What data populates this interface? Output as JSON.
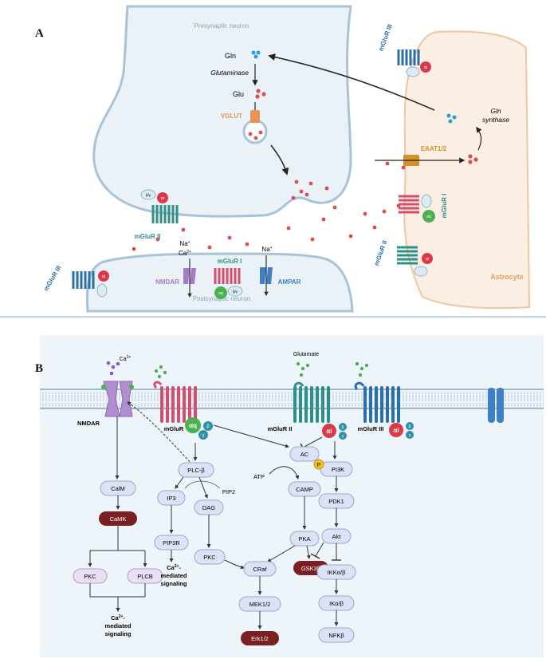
{
  "panel_a": {
    "letter": "A",
    "presynaptic": "Presynaptic neuron",
    "postsynaptic": "Postsynaptic neuron",
    "astrocyte": "Astrocyte",
    "gln": "Gln",
    "glutaminase": "Glutaminase",
    "glu": "Glu",
    "vglut": "VGLUT",
    "eaat": "EAAT1/2",
    "gln_synthase_1": "Gln",
    "gln_synthase_2": "synthase",
    "mglur_iii": "mGluR III",
    "mglur_ii": "mGluR II",
    "mglur_i": "mGluR I",
    "nmdar": "NMDAR",
    "ampar": "AMPAR",
    "na": "Na",
    "ca": "Ca",
    "plus": "+",
    "twoplus": "2+",
    "alpha_i": "αi",
    "alpha_q": "αq",
    "beta_gamma": "β/γ"
  },
  "panel_b": {
    "letter": "B",
    "ca_label": "Ca",
    "ca_sup": "2+",
    "glutamate": "Glutamate",
    "nmdar": "NMDAR",
    "mglur": "mGluR",
    "mglur_ii": "mGluR II",
    "mglur_iii": "mGluR III",
    "alpha_q": "αq",
    "alpha_i": "αi",
    "beta": "β",
    "gamma": "γ",
    "p": "P",
    "atp": "ATP",
    "pip2": "PIP2",
    "ca_signal_1": "Ca",
    "ca_signal_sup": "2+",
    "ca_signal_2": "-",
    "mediated": "mediated",
    "signaling": "signaling",
    "nodes": {
      "calm": "CalM",
      "camk": "CaMK",
      "pkc_left": "PKC",
      "plcb": "PLCB",
      "plc_beta": "PLC-β",
      "ip3": "IP3",
      "dag": "DAG",
      "pip3r": "PIP3R",
      "pkc_mid": "PKC",
      "ac": "AC",
      "camp": "CAMP",
      "pka": "PKA",
      "craf": "CRaf",
      "gsk3b": "GSK3β",
      "mek": "MEK1/2",
      "erk": "Erk1/2",
      "pi3k": "PI3K",
      "pdk1": "PDK1",
      "akt": "Akt",
      "ikk": "IKKα/β",
      "ika": "IKα/β",
      "nfkb": "NFKβ"
    }
  },
  "colors": {
    "neuron_fill": "#eaf1f7",
    "neuron_stroke": "#a9c3d6",
    "astro_fill": "#fbeee3",
    "astro_stroke": "#f0c6a0",
    "glu_dot": "#d9504f",
    "gln_dot": "#2a9fd8",
    "mglur_ii": "#2e8f86",
    "mglur_iii": "#2b6fa6",
    "mglur_i": "#d2506d",
    "alpha_i": "#d93a4a",
    "alpha_q": "#4caf50",
    "node_light": "#dde3f6",
    "node_dark": "#7b1f22",
    "nmdar": "#a57cc6",
    "ampar": "#3f7fc5",
    "vglut": "#e9925a",
    "eaat": "#d4902a",
    "divider": "#9db9d1"
  }
}
